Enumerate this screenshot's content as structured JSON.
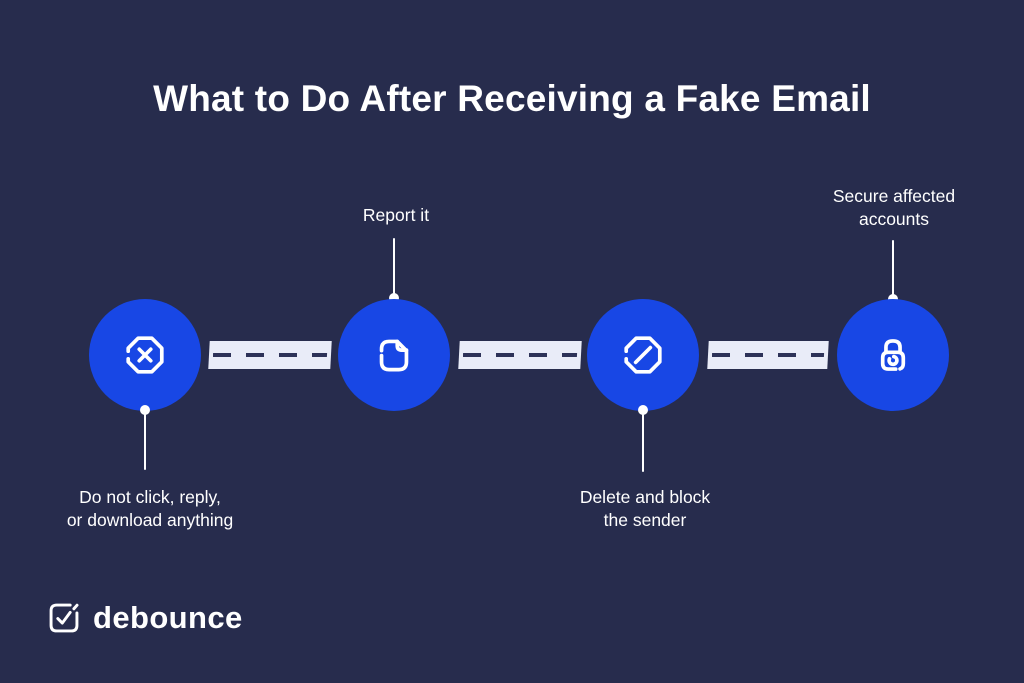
{
  "title": "What to Do After Receiving a Fake Email",
  "colors": {
    "background": "#272c4d",
    "accent_blue": "#1847e5",
    "road": "#e9ecf8",
    "road_dash": "#2d3258",
    "text": "#ffffff"
  },
  "steps": [
    {
      "icon": "octagon-x-icon",
      "label": "Do not click, reply,\nor download anything",
      "label_position": "below"
    },
    {
      "icon": "report-file-icon",
      "label": "Report it",
      "label_position": "above"
    },
    {
      "icon": "block-octagon-icon",
      "label": "Delete and block\nthe sender",
      "label_position": "below"
    },
    {
      "icon": "lock-icon",
      "label": "Secure affected\naccounts",
      "label_position": "above"
    }
  ],
  "logo": {
    "wordmark": "debounce"
  }
}
